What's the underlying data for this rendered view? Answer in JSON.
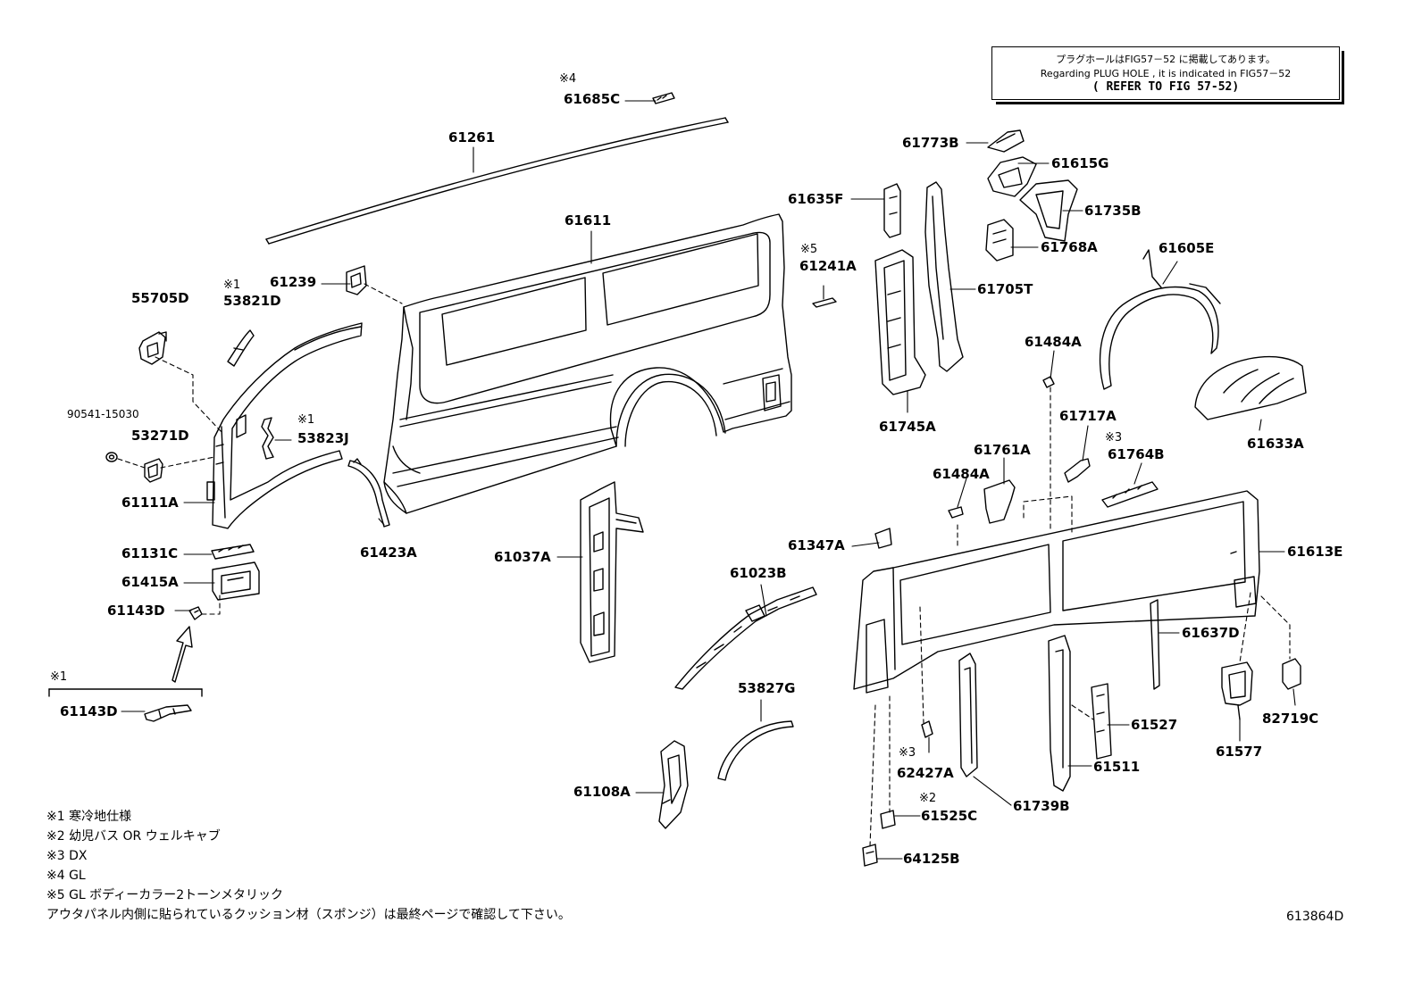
{
  "reference_box": {
    "line_jp": "プラグホールはFIG57－52 に掲載してあります。",
    "line_en": "Regarding PLUG HOLE , it is indicated in FIG57－52",
    "line_ref": "( REFER TO FIG 57-52)"
  },
  "labels": {
    "p61685C": "61685C",
    "m4a": "※4",
    "p61261": "61261",
    "p61611": "61611",
    "p61239": "61239",
    "p53821D": "53821D",
    "m1a": "※1",
    "p55705D": "55705D",
    "p90541": "90541-15030",
    "p53271D": "53271D",
    "p53823J": "53823J",
    "m1b": "※1",
    "p61111A": "61111A",
    "p61423A": "61423A",
    "p61131C": "61131C",
    "p61415A": "61415A",
    "p61143D_a": "61143D",
    "m1c": "※1",
    "p61143D_b": "61143D",
    "p61037A": "61037A",
    "p61023B": "61023B",
    "p53827G": "53827G",
    "p61108A": "61108A",
    "p61773B": "61773B",
    "p61615G": "61615G",
    "p61735B": "61735B",
    "p61768A": "61768A",
    "p61635F": "61635F",
    "m5": "※5",
    "p61241A": "61241A",
    "p61705T": "61705T",
    "p61745A": "61745A",
    "p61605E": "61605E",
    "p61633A": "61633A",
    "p61484A_a": "61484A",
    "p61717A": "61717A",
    "m3a": "※3",
    "p61764B": "61764B",
    "p61761A": "61761A",
    "p61484A_b": "61484A",
    "p61347A": "61347A",
    "p61613E": "61613E",
    "p61637D": "61637D",
    "p61527": "61527",
    "p61511": "61511",
    "p82719C": "82719C",
    "p61577": "61577",
    "m3b": "※3",
    "p62427A": "62427A",
    "p61739B": "61739B",
    "m2": "※2",
    "p61525C": "61525C",
    "p64125B": "64125B"
  },
  "notes": [
    "※1 寒冷地仕様",
    "※2 幼児バス OR ウェルキャブ",
    "※3 DX",
    "※4 GL",
    "※5 GL ボディーカラー2トーンメタリック",
    "アウタパネル内側に貼られているクッション材（スポンジ）は最終ページで確認して下さい。"
  ],
  "figure_id": "613864D"
}
